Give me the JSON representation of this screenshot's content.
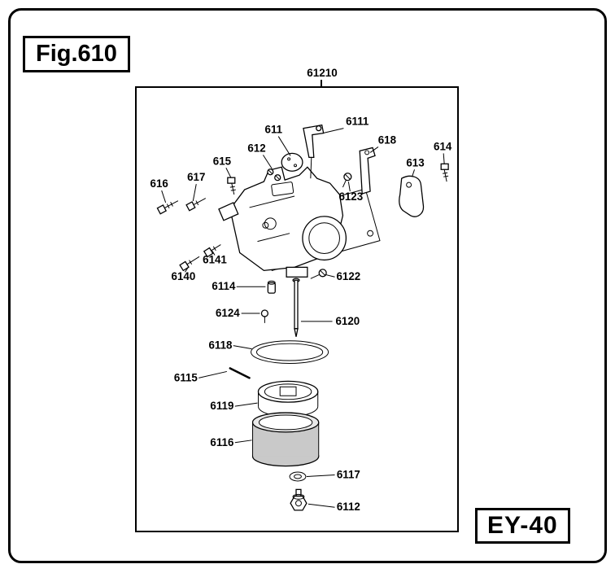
{
  "figure": {
    "fig_label": "Fig.610",
    "model_label": "EY-40",
    "assembly_label": "61210"
  },
  "colors": {
    "line": "#000000",
    "background": "#ffffff",
    "bowl_fill": "#c9c9c9"
  },
  "parts": {
    "61210": {
      "label": "61210"
    },
    "611": {
      "label": "611"
    },
    "6111": {
      "label": "6111"
    },
    "612": {
      "label": "612"
    },
    "615": {
      "label": "615"
    },
    "616": {
      "label": "616"
    },
    "617": {
      "label": "617"
    },
    "618": {
      "label": "618"
    },
    "613": {
      "label": "613"
    },
    "614": {
      "label": "614"
    },
    "6123": {
      "label": "6123"
    },
    "6140": {
      "label": "6140"
    },
    "6141": {
      "label": "6141"
    },
    "6122": {
      "label": "6122"
    },
    "6114": {
      "label": "6114"
    },
    "6124": {
      "label": "6124"
    },
    "6120": {
      "label": "6120"
    },
    "6118": {
      "label": "6118"
    },
    "6115": {
      "label": "6115"
    },
    "6119": {
      "label": "6119"
    },
    "6116": {
      "label": "6116"
    },
    "6117": {
      "label": "6117"
    },
    "6112": {
      "label": "6112"
    }
  }
}
